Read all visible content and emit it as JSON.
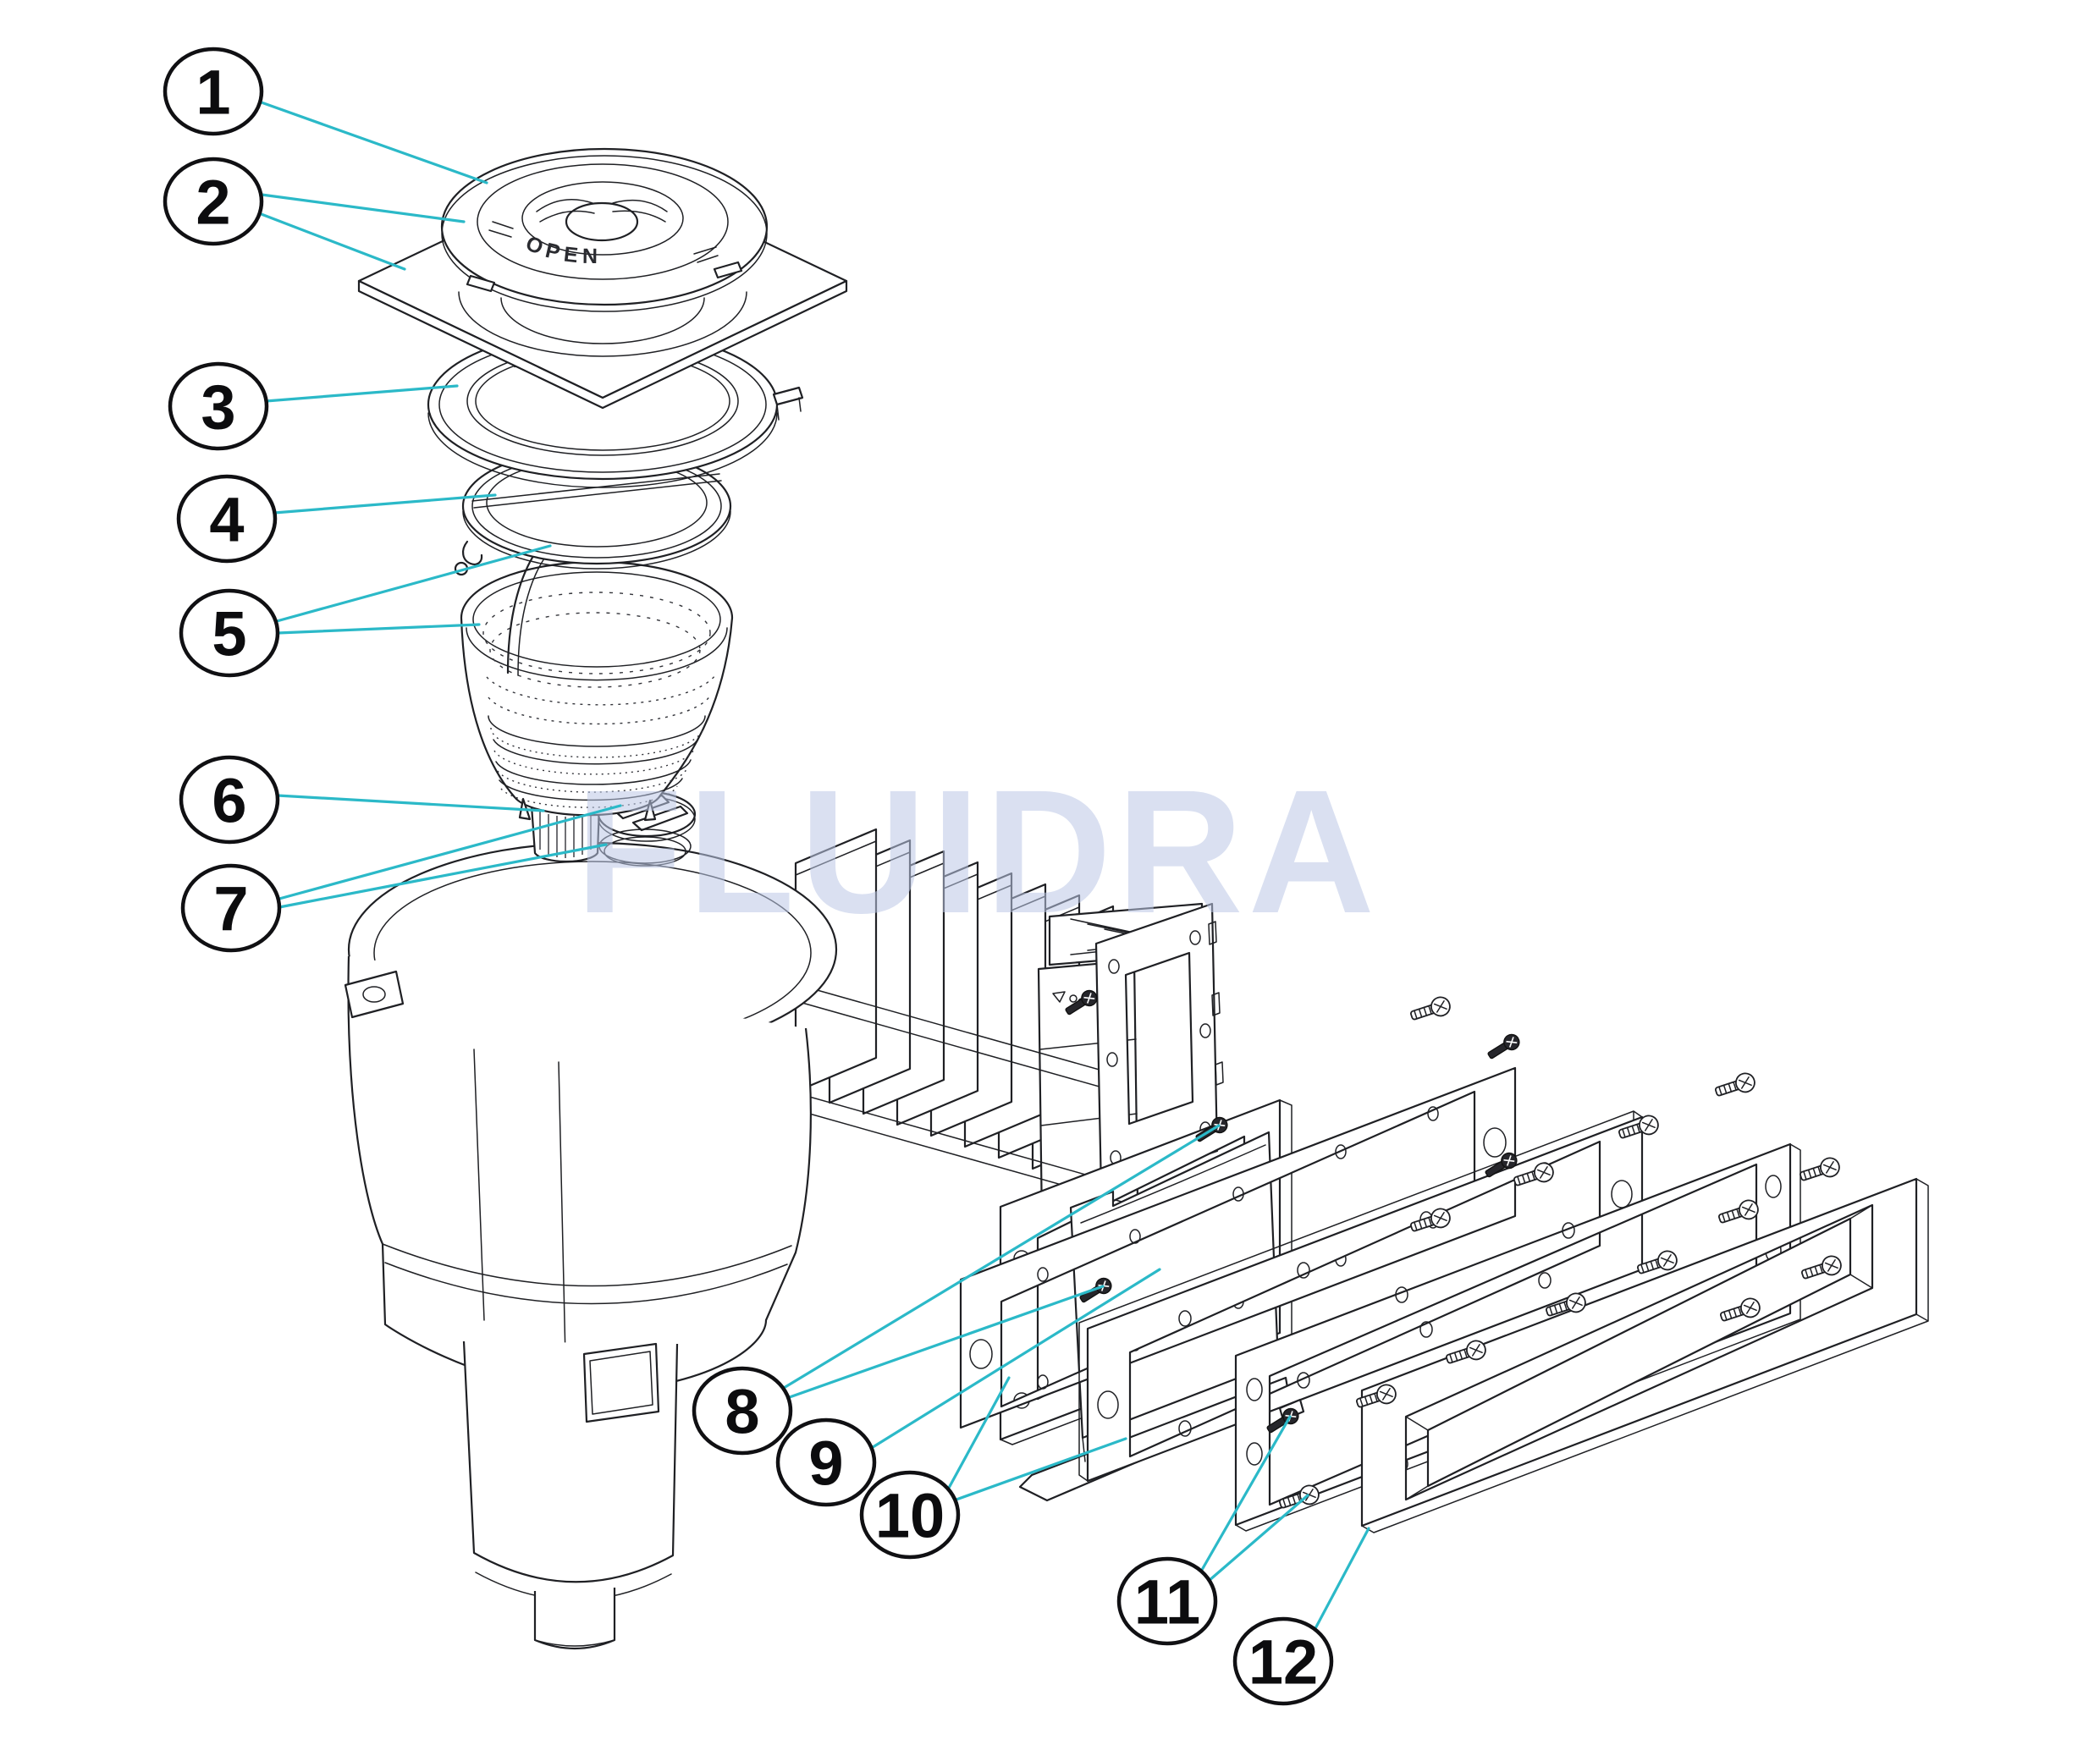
{
  "diagram": {
    "title_watermark": "FLUIDRA",
    "lid": {
      "open_label": "OPEN"
    },
    "callouts": [
      {
        "label": "1"
      },
      {
        "label": "2"
      },
      {
        "label": "3"
      },
      {
        "label": "4"
      },
      {
        "label": "5"
      },
      {
        "label": "6"
      },
      {
        "label": "7"
      },
      {
        "label": "8"
      },
      {
        "label": "9"
      },
      {
        "label": "10"
      },
      {
        "label": "11"
      },
      {
        "label": "12"
      }
    ]
  },
  "colors": {
    "leader_line": "#2bb9c8",
    "line_art": "#1f2024",
    "watermark": "#bcc8e6",
    "background": "#ffffff"
  }
}
